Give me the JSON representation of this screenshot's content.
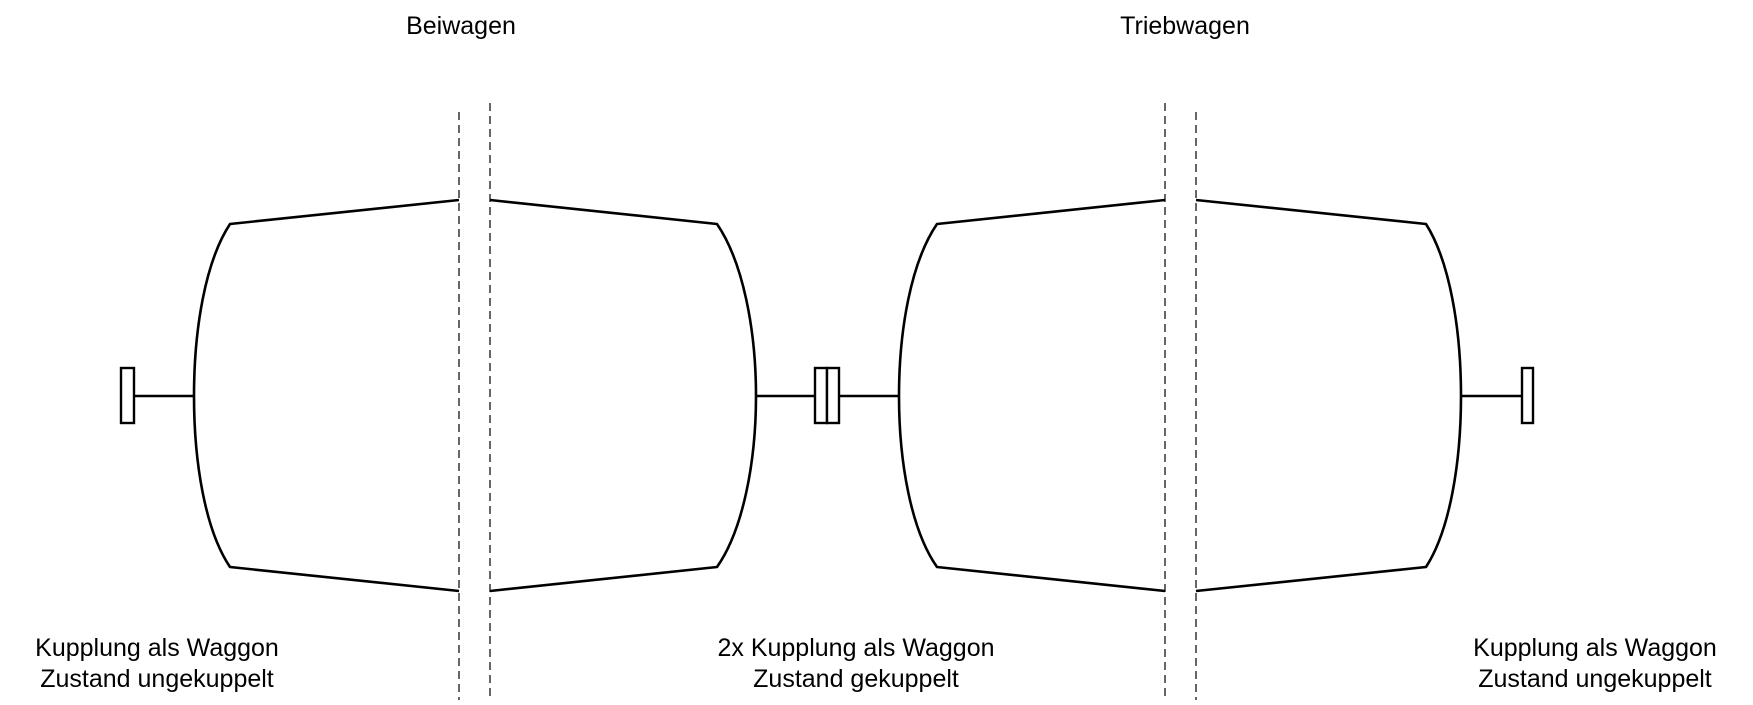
{
  "titles": {
    "left": "Beiwagen",
    "right": "Triebwagen"
  },
  "captions": [
    {
      "line1": "Kupplung als Waggon",
      "line2": "Zustand ungekuppelt"
    },
    {
      "line1": "2x Kupplung als Waggon",
      "line2": "Zustand gekuppelt"
    },
    {
      "line1": "Kupplung als Waggon",
      "line2": "Zustand ungekuppelt"
    }
  ]
}
